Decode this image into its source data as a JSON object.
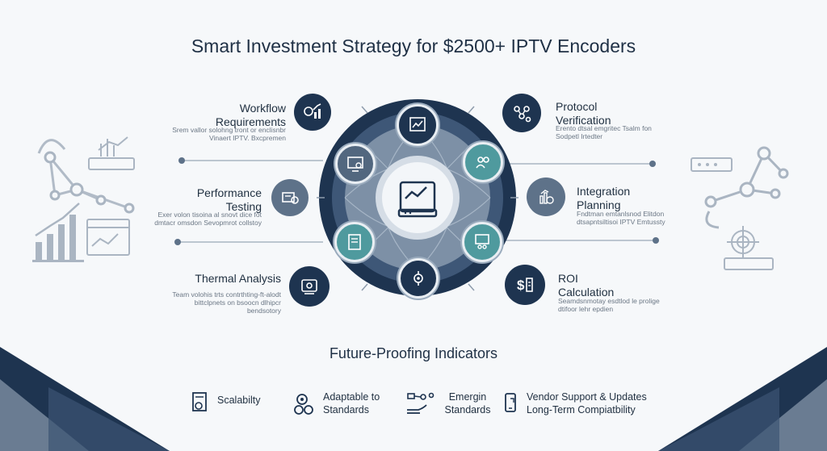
{
  "title": "Smart Investment Strategy for $2500+ IPTV Encoders",
  "left_items": [
    {
      "label": "Workflow Requirements",
      "desc": "Srem vallor solohng tront or enclisnbr Vinaert IPTV. Bxcpremen"
    },
    {
      "label": "Performance Testing",
      "desc": "Exer volon tisoina al snovt dice fot dmtacr omsdon Sevopmrot collstoy"
    },
    {
      "label": "Thermal Analysis",
      "desc": "Team volohis trts contrthting-ft-alodt bittclpnets on bsoocn dlhipcr bendsotory"
    }
  ],
  "right_items": [
    {
      "label": "Protocol Verification",
      "desc": "Erento dtsal emgritec Tsalm fon Sodpetl Irtedter"
    },
    {
      "label": "Integration Planning",
      "desc": "Fndtman emtanlsnod Elitdon dtsapntsiltisoi IPTV Emtussty"
    },
    {
      "label": "ROI Calculation",
      "desc": "Seamdsnmotay esdtlod le prolige dtifoor lehr epdien"
    }
  ],
  "future": {
    "title": "Future-Proofing Indicators",
    "items": [
      {
        "label": "Scalabilty",
        "icon": "document-coin-icon"
      },
      {
        "label": "Adaptable to Standards",
        "icon": "gears-icon"
      },
      {
        "label": "Emergin Standards",
        "icon": "network-hand-icon"
      },
      {
        "label": "Vendor Support & Updates Long-Term Compiatbility",
        "icon": "mobile-support-icon"
      }
    ]
  },
  "colors": {
    "navy": "#1e3450",
    "slate": "#5e7289",
    "teal": "#4f9a9e",
    "background": "#f6f8fa"
  }
}
